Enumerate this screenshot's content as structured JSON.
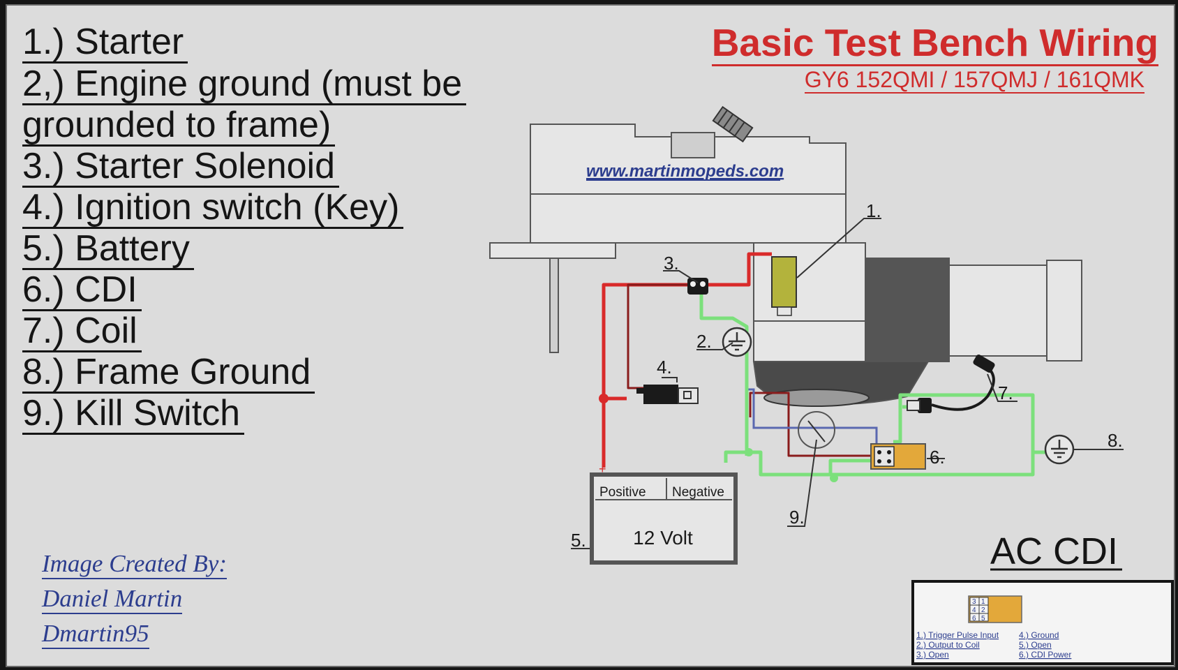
{
  "header": {
    "title": "Basic Test Bench Wiring",
    "subtitle": "GY6  152QMI / 157QMJ / 161QMK"
  },
  "legend": [
    {
      "line": "1.) Starter"
    },
    {
      "line": "2,)  Engine ground (must be"
    },
    {
      "line": "grounded to frame)"
    },
    {
      "line": "3.) Starter Solenoid"
    },
    {
      "line": "4.) Ignition switch (Key)"
    },
    {
      "line": "5.) Battery"
    },
    {
      "line": "6.) CDI"
    },
    {
      "line": "7.) Coil"
    },
    {
      "line": "8.) Frame Ground"
    },
    {
      "line": "9.) Kill Switch"
    }
  ],
  "diagram": {
    "website": "www.martinmopeds.com",
    "callouts": {
      "starter": "1.",
      "engine_ground": "2.",
      "solenoid": "3.",
      "ignition_switch": "4.",
      "battery": "5.",
      "cdi": "6.",
      "coil": "7.",
      "frame_ground": "8.",
      "kill_switch": "9."
    },
    "battery": {
      "positive_label": "Positive",
      "negative_label": "Negative",
      "voltage": "12 Volt",
      "plus_sign": "+"
    },
    "ac_cdi_label": "AC CDI",
    "wire_colors": {
      "power": "#d92a2a",
      "ground": "#7ce07c",
      "signal": "#5a68b0",
      "trigger": "#8a1c1c"
    }
  },
  "pinout": {
    "pins": [
      "3",
      "1",
      "4",
      "2",
      "6",
      "5"
    ],
    "items_left": [
      "1.) Trigger Pulse Input",
      "2.) Output to Coil",
      "3.) Open"
    ],
    "items_right": [
      "4.) Ground",
      "5.) Open",
      "6.) CDI Power"
    ]
  },
  "credits": {
    "line1": "Image Created By:",
    "line2": "Daniel Martin",
    "line3": "Dmartin95"
  }
}
